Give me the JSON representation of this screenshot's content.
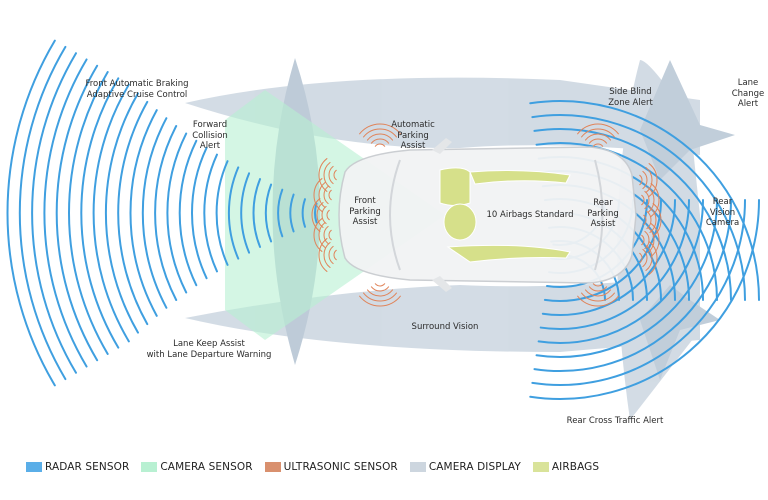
{
  "labels": {
    "front_braking": "Front Automatic Braking\nAdaptive Cruise Control",
    "forward_collision": "Forward\nCollision\nAlert",
    "auto_parking": "Automatic\nParking\nAssist",
    "front_parking": "Front\nParking\nAssist",
    "airbags_standard": "10 Airbags Standard",
    "rear_parking": "Rear\nParking\nAssist",
    "side_blind": "Side Blind\nZone Alert",
    "lane_change": "Lane\nChange\nAlert",
    "rear_vision": "Rear\nVision\nCamera",
    "lane_keep": "Lane Keep Assist\nwith Lane Departure Warning",
    "surround_vision": "Surround Vision",
    "rear_cross": "Rear Cross Traffic Alert"
  },
  "legend": [
    {
      "label": "RADAR SENSOR",
      "color": "#5aaee8"
    },
    {
      "label": "CAMERA SENSOR",
      "color": "#b8f0d2"
    },
    {
      "label": "ULTRASONIC SENSOR",
      "color": "#d9906e"
    },
    {
      "label": "CAMERA DISPLAY",
      "color": "#cdd6df"
    },
    {
      "label": "AIRBAGS",
      "color": "#d9e39a"
    }
  ],
  "colors": {
    "radar": "#3f9fe0",
    "camera_sensor": "#b8f0d2",
    "ultrasonic": "#e0845a",
    "camera_display": "#c3d0dc",
    "airbags": "#d6e08a"
  }
}
